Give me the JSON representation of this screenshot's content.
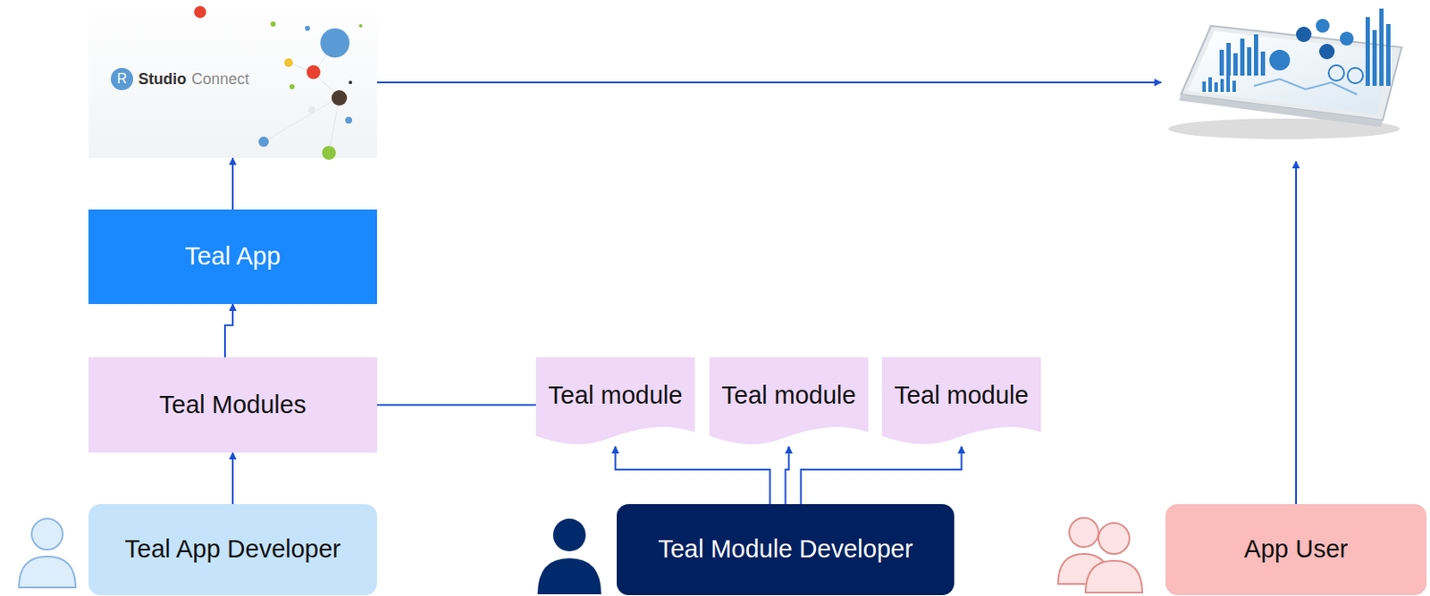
{
  "diagram": {
    "nodes": [
      {
        "text": [
          "R",
          "Studio",
          "Connect"
        ]
      },
      {
        "text": [
          "Teal App"
        ]
      },
      {
        "text": [
          "Teal Modules"
        ]
      },
      {
        "text": [
          "Teal module"
        ]
      },
      {
        "text": [
          "Teal module"
        ]
      },
      {
        "text": [
          "Teal module"
        ]
      },
      {
        "text": [
          "Teal App Developer"
        ]
      },
      {
        "text": [
          "Teal Module Developer"
        ]
      },
      {
        "text": [
          "App User"
        ]
      }
    ],
    "edges": [
      {
        "from": 1,
        "to": 0,
        "arrow": "to"
      },
      {
        "from": 2,
        "to": 1,
        "arrow": "to"
      },
      {
        "from": 6,
        "to": 2,
        "arrow": "to"
      },
      {
        "from": 2,
        "to": 3,
        "arrow": "none"
      },
      {
        "from": 7,
        "to": 3,
        "arrow": "to"
      },
      {
        "from": 7,
        "to": 4,
        "arrow": "to"
      },
      {
        "from": 7,
        "to": 5,
        "arrow": "to"
      }
    ]
  }
}
